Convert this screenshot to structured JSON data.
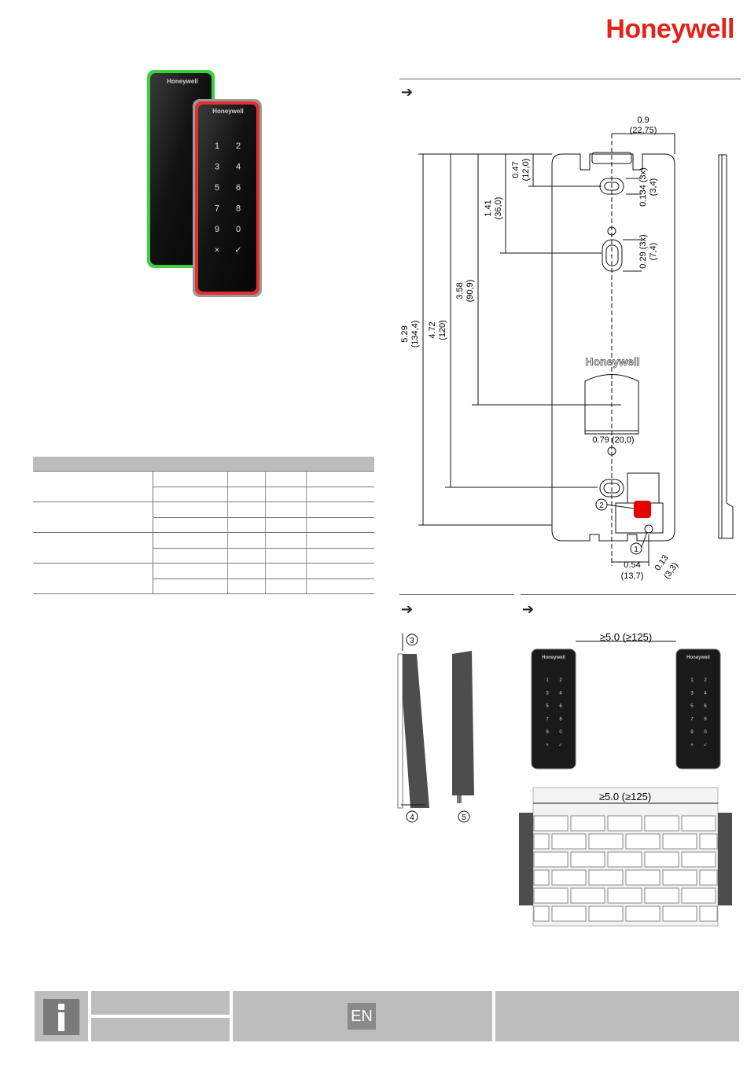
{
  "header": {
    "logo_text": "Honeywell"
  },
  "reader_photo": {
    "green_reader_logo": "Honeywell",
    "red_reader_logo": "Honeywell",
    "keys": [
      "1",
      "2",
      "3",
      "4",
      "5",
      "6",
      "7",
      "8",
      "9",
      "0",
      "×",
      "✓"
    ],
    "colors": {
      "green_ring": "#3dd13d",
      "red_ring": "#e2302f"
    }
  },
  "dimension_drawing": {
    "arrow_icon": "arrow-right-icon",
    "width_top": "0.9",
    "width_top_mm": "(22,75)",
    "d_047": "0.47",
    "d_047_mm": "(12,0)",
    "d_141": "1.41",
    "d_141_mm": "(36,0)",
    "d_358": "3.58",
    "d_358_mm": "(90,9)",
    "d_472": "4.72",
    "d_472_mm": "(120)",
    "d_529": "5.29",
    "d_529_mm": "(134,4)",
    "slot_small": "0.134 (3x)",
    "slot_small_mm": "(3,4)",
    "slot_large": "0.29 (3x)",
    "slot_large_mm": "(7,4)",
    "plate_logo": "Honeywell",
    "label_width": "0.79 (20,0)",
    "d_054": "0.54",
    "d_054_mm": "(13,7)",
    "d_013": "0.13",
    "d_013_mm": "(3,3)",
    "callout_1": "1",
    "callout_2": "2"
  },
  "mounting": {
    "callout_3": "3",
    "callout_4": "4",
    "callout_5": "5"
  },
  "spacing": {
    "min_distance": "≥5.0 (≥125)",
    "min_distance_wall": "≥5.0 (≥125)",
    "reader_logo": "Honeywell",
    "keys": [
      "1",
      "2",
      "3",
      "4",
      "5",
      "6",
      "7",
      "8",
      "9",
      "0",
      "×",
      "✓"
    ]
  },
  "footer": {
    "info_icon": "info-icon",
    "language": "EN"
  }
}
